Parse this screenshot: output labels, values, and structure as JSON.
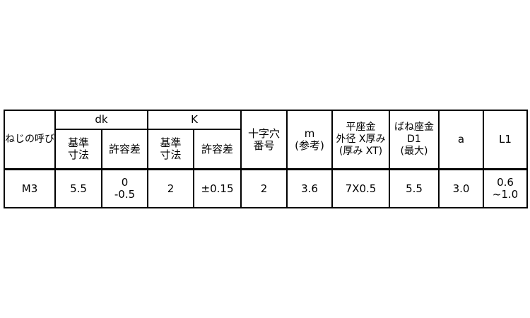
{
  "headers": {
    "thread": "ねじの呼び",
    "dk": "dk",
    "k": "K",
    "nominal": [
      "基準",
      "寸法"
    ],
    "tolerance": "許容差",
    "cross_recess": [
      "十字穴",
      "番号"
    ],
    "m": [
      "m",
      "(参考)"
    ],
    "flat_washer": [
      "平座金",
      "外径 X厚み",
      "(厚み XT)"
    ],
    "spring_washer": [
      "ばね座金",
      "D1",
      "(最大)"
    ],
    "a": "a",
    "l1": "L1"
  },
  "row": {
    "thread": "M3",
    "dk_nominal": "5.5",
    "dk_tol": [
      "0",
      "-0.5"
    ],
    "k_nominal": "2",
    "k_tol": "±0.15",
    "cross_recess": "2",
    "m": "3.6",
    "flat_washer": "7X0.5",
    "spring_washer": "5.5",
    "a": "3.0",
    "l1": [
      "0.6",
      "~1.0"
    ]
  }
}
